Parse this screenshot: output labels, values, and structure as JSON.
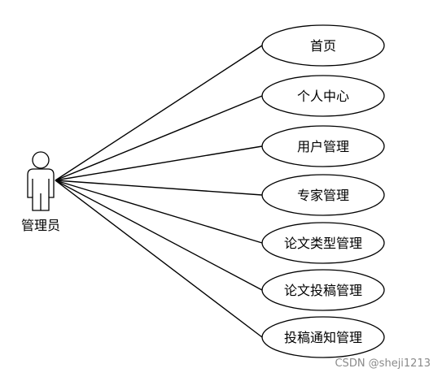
{
  "actor": {
    "label": "管理员"
  },
  "use_cases": [
    {
      "label": "首页"
    },
    {
      "label": "个人中心"
    },
    {
      "label": "用户管理"
    },
    {
      "label": "专家管理"
    },
    {
      "label": "论文类型管理"
    },
    {
      "label": "论文投稿管理"
    },
    {
      "label": "投稿通知管理"
    }
  ],
  "watermark": "CSDN @sheji1213",
  "colors": {
    "stroke": "#000000",
    "fill": "#ffffff",
    "watermark": "#8a8a8a"
  }
}
